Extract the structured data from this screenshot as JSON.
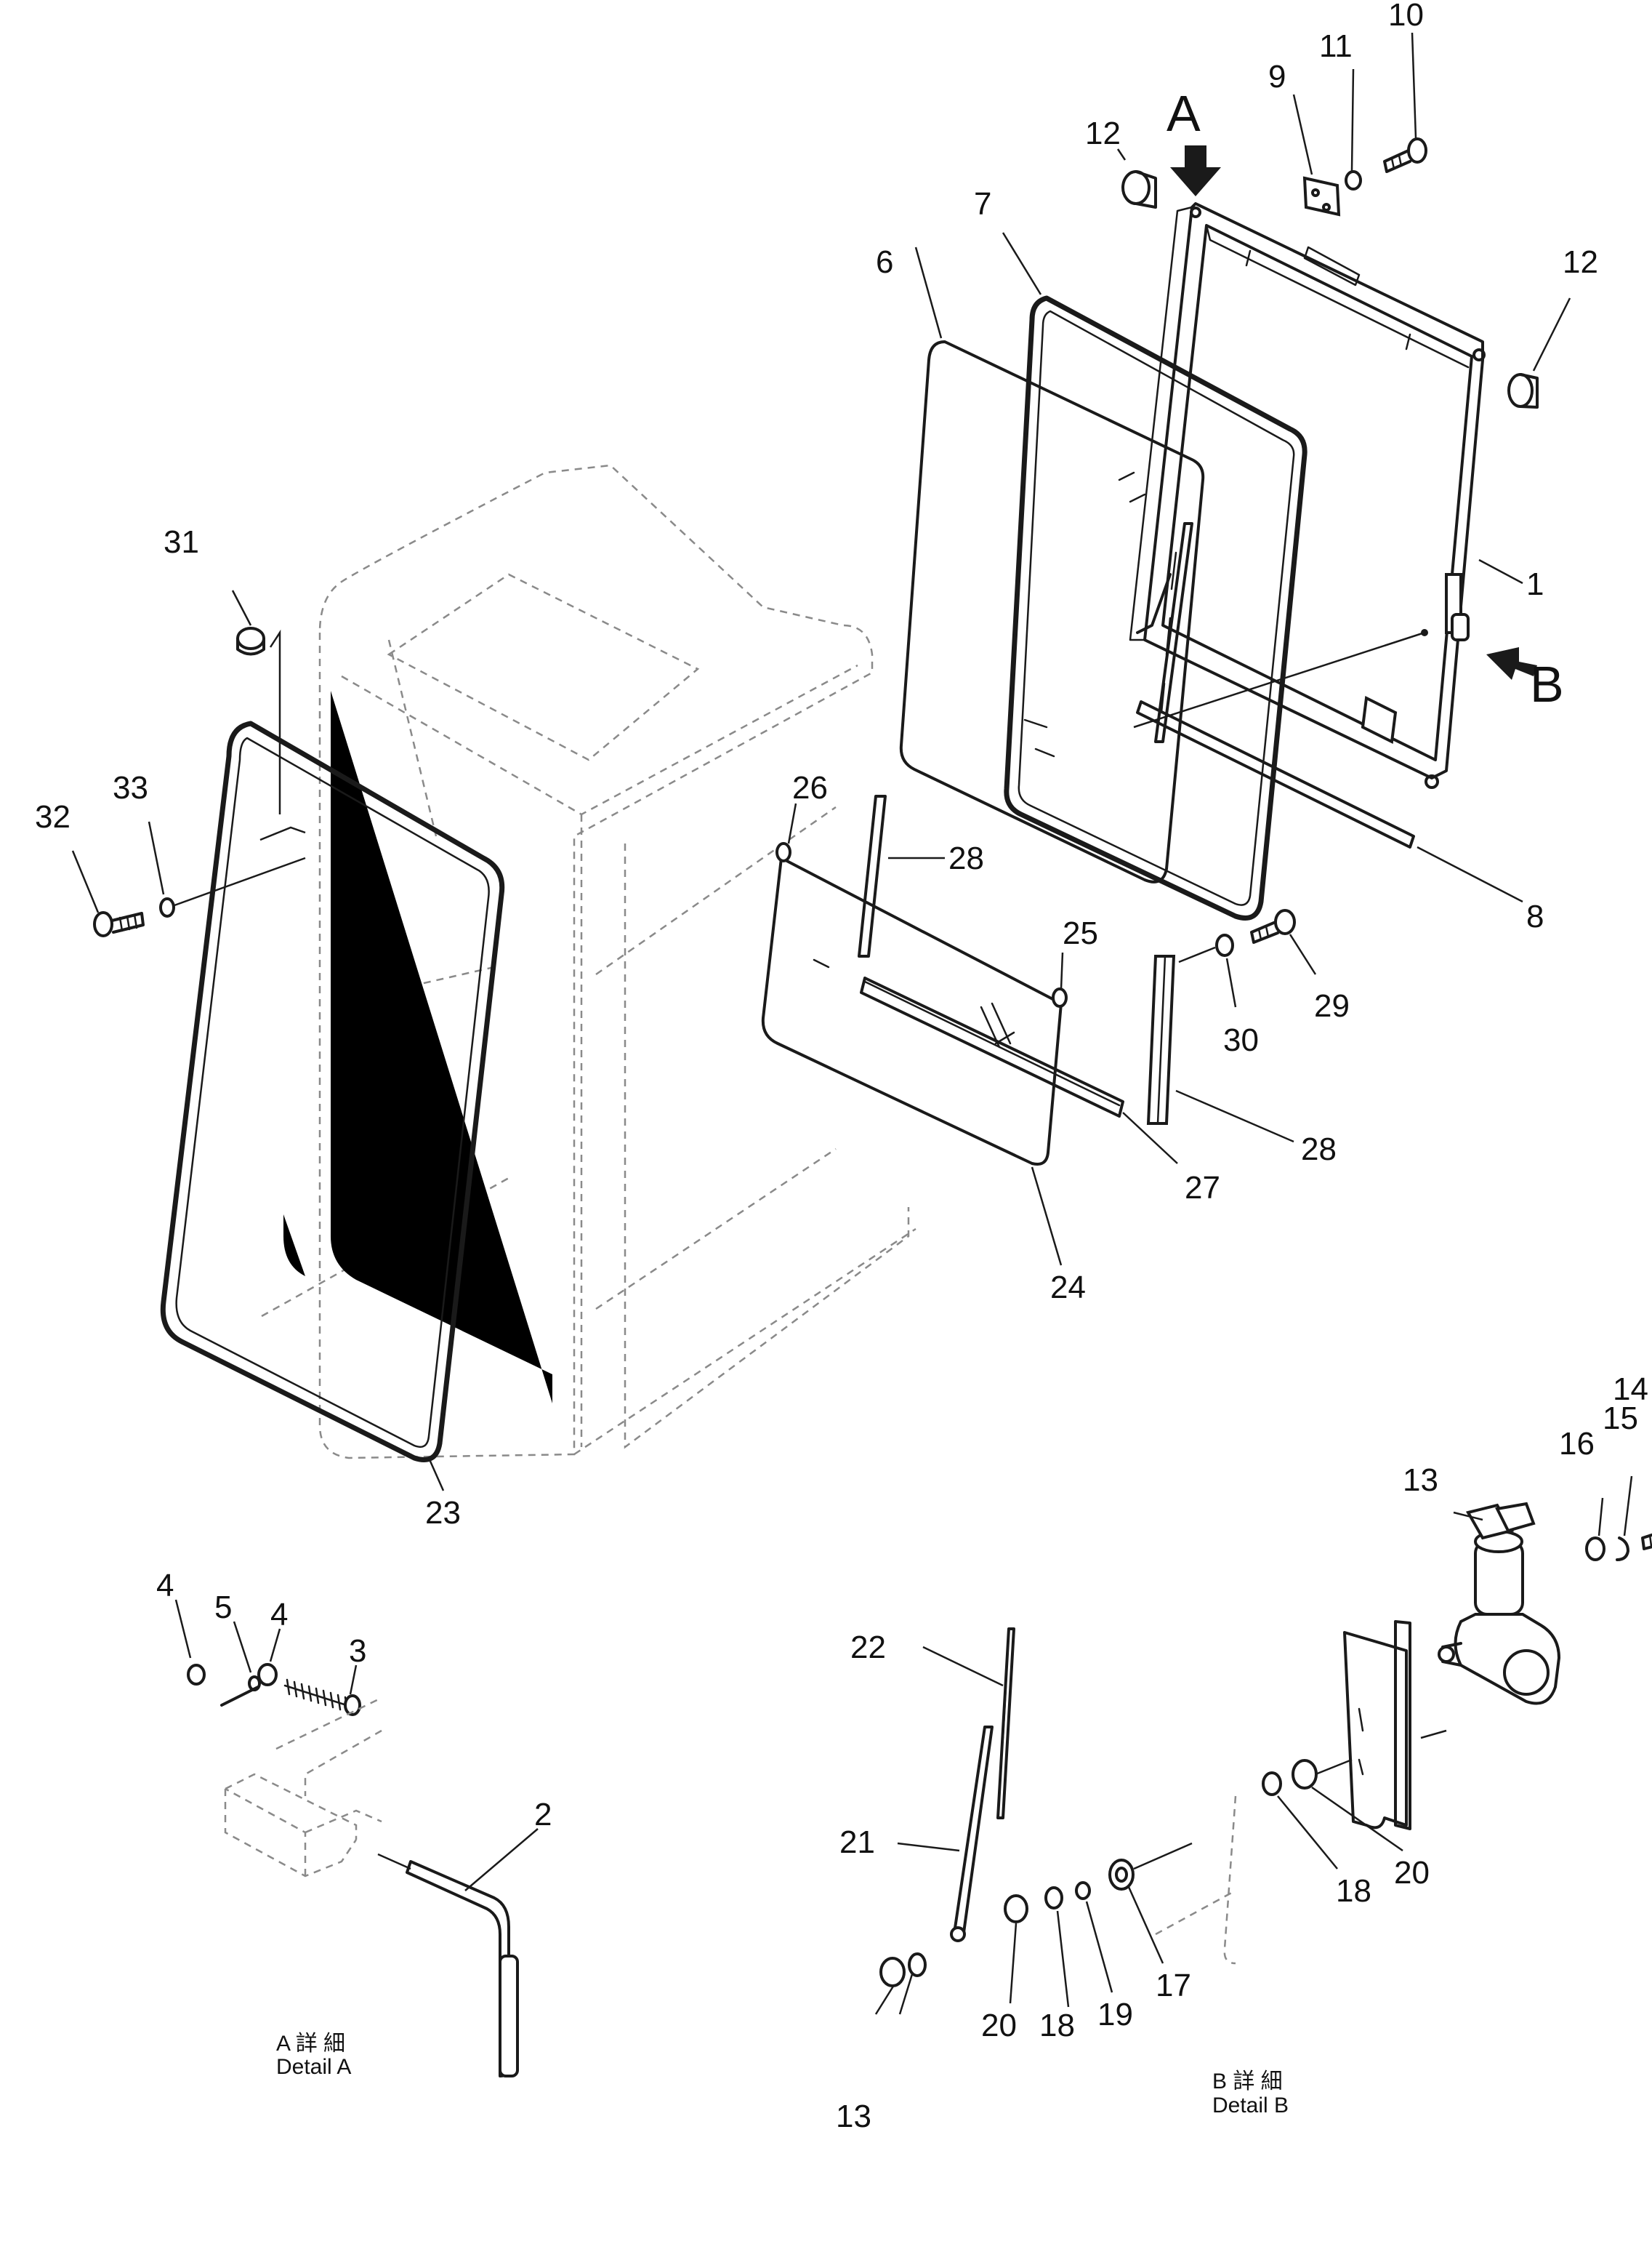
{
  "callouts": {
    "c1": "1",
    "c2": "2",
    "c3": "3",
    "c4a": "4",
    "c4b": "4",
    "c5": "5",
    "c6": "6",
    "c7": "7",
    "c8": "8",
    "c9": "9",
    "c10": "10",
    "c11": "11",
    "c12a": "12",
    "c12b": "12",
    "c13a": "13",
    "c13b": "13",
    "c14": "14",
    "c15": "15",
    "c16": "16",
    "c17": "17",
    "c18a": "18",
    "c18b": "18",
    "c19": "19",
    "c20a": "20",
    "c20b": "20",
    "c21": "21",
    "c22": "22",
    "c23": "23",
    "c24": "24",
    "c25": "25",
    "c26": "26",
    "c27": "27",
    "c28a": "28",
    "c28b": "28",
    "c29": "29",
    "c30": "30",
    "c31": "31",
    "c32": "32",
    "c33": "33"
  },
  "view_markers": {
    "a": "A",
    "b": "B"
  },
  "details": {
    "a_jp": "A 詳 細",
    "a_en": "Detail A",
    "b_jp": "B 詳 細",
    "b_en": "Detail B"
  }
}
